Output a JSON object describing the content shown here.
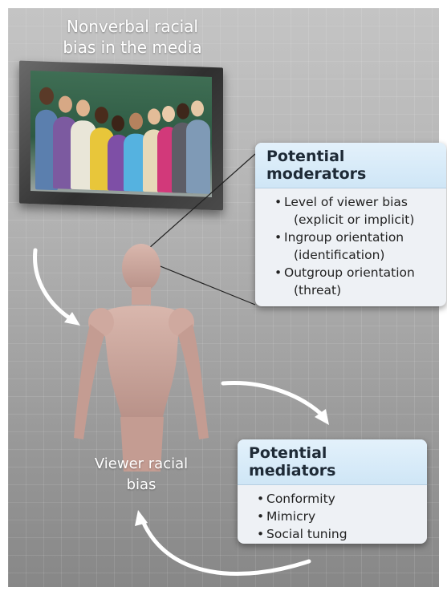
{
  "media": {
    "title_line1": "Nonverbal racial",
    "title_line2": "bias in the media"
  },
  "moderators": {
    "title": "Potential moderators",
    "items": [
      {
        "text": "Level of viewer bias",
        "sub": "(explicit or implicit)"
      },
      {
        "text": "Ingroup orientation",
        "sub": "(identification)"
      },
      {
        "text": "Outgroup orientation",
        "sub": "(threat)"
      }
    ]
  },
  "mediators": {
    "title": "Potential mediators",
    "items": [
      "Conformity",
      "Mimicry",
      "Social tuning"
    ]
  },
  "viewer": {
    "label_line1": "Viewer racial",
    "label_line2": "bias"
  },
  "colors": {
    "header_bg": "#d6ebf8",
    "box_bg": "#eef1f5",
    "arrow": "#ffffff",
    "text_dark": "#222222"
  }
}
